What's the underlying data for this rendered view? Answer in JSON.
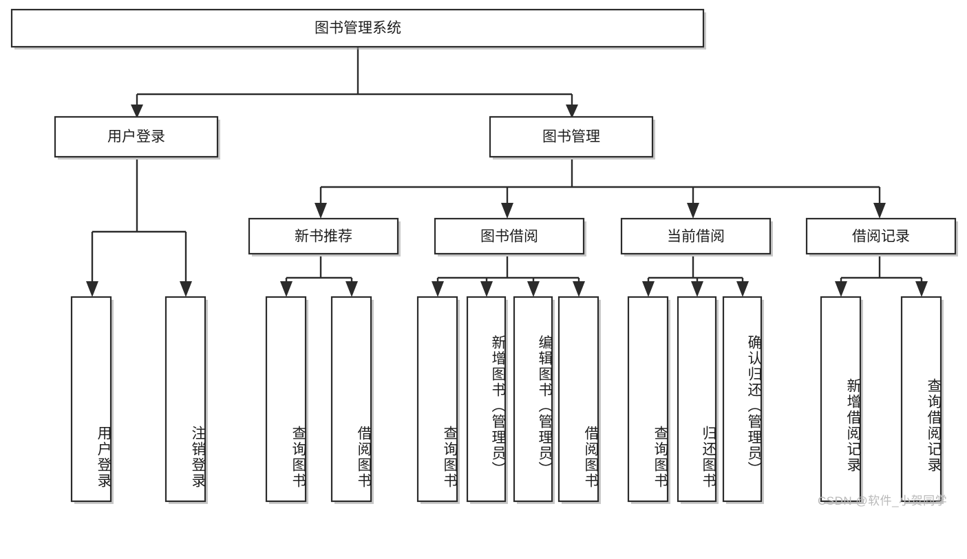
{
  "diagram": {
    "title": "图书管理系统",
    "type": "hierarchy-tree",
    "watermark": "CSDN @软件_小贺同学",
    "colors": {
      "stroke": "#2b2b2b",
      "fill": "#ffffff",
      "text": "#1d1d1d",
      "shadow": "#9a9a9a",
      "watermark": "#b9b9b9"
    },
    "levels": [
      {
        "level": 1,
        "nodes": [
          {
            "id": "root",
            "label": "图书管理系统",
            "orientation": "horizontal"
          }
        ]
      },
      {
        "level": 2,
        "nodes": [
          {
            "id": "user-login",
            "label": "用户登录",
            "orientation": "horizontal",
            "parent": "root"
          },
          {
            "id": "book-manage",
            "label": "图书管理",
            "orientation": "horizontal",
            "parent": "root"
          }
        ]
      },
      {
        "level": 3,
        "nodes": [
          {
            "id": "new-book-rec",
            "label": "新书推荐",
            "orientation": "horizontal",
            "parent": "book-manage"
          },
          {
            "id": "book-borrow",
            "label": "图书借阅",
            "orientation": "horizontal",
            "parent": "book-manage"
          },
          {
            "id": "current-borrow",
            "label": "当前借阅",
            "orientation": "horizontal",
            "parent": "book-manage"
          },
          {
            "id": "borrow-record",
            "label": "借阅记录",
            "orientation": "horizontal",
            "parent": "book-manage"
          }
        ]
      },
      {
        "level": 4,
        "nodes": [
          {
            "id": "leaf-1",
            "label": "用户登录",
            "orientation": "vertical",
            "parent": "user-login"
          },
          {
            "id": "leaf-2",
            "label": "注销登录",
            "orientation": "vertical",
            "parent": "user-login"
          },
          {
            "id": "leaf-3",
            "label": "查询图书",
            "orientation": "vertical",
            "parent": "new-book-rec"
          },
          {
            "id": "leaf-4",
            "label": "借阅图书",
            "orientation": "vertical",
            "parent": "new-book-rec"
          },
          {
            "id": "leaf-5",
            "label": "查询图书",
            "orientation": "vertical",
            "parent": "book-borrow"
          },
          {
            "id": "leaf-6",
            "label": "新增图书（管理员）",
            "orientation": "vertical",
            "parent": "book-borrow"
          },
          {
            "id": "leaf-7",
            "label": "编辑图书（管理员）",
            "orientation": "vertical",
            "parent": "book-borrow"
          },
          {
            "id": "leaf-8",
            "label": "借阅图书",
            "orientation": "vertical",
            "parent": "book-borrow"
          },
          {
            "id": "leaf-9",
            "label": "查询图书",
            "orientation": "vertical",
            "parent": "current-borrow"
          },
          {
            "id": "leaf-10",
            "label": "归还图书",
            "orientation": "vertical",
            "parent": "current-borrow"
          },
          {
            "id": "leaf-11",
            "label": "确认归还（管理员）",
            "orientation": "vertical",
            "parent": "current-borrow"
          },
          {
            "id": "leaf-12",
            "label": "新增借阅记录",
            "orientation": "vertical",
            "parent": "borrow-record"
          },
          {
            "id": "leaf-13",
            "label": "查询借阅记录",
            "orientation": "vertical",
            "parent": "borrow-record"
          }
        ]
      }
    ]
  }
}
